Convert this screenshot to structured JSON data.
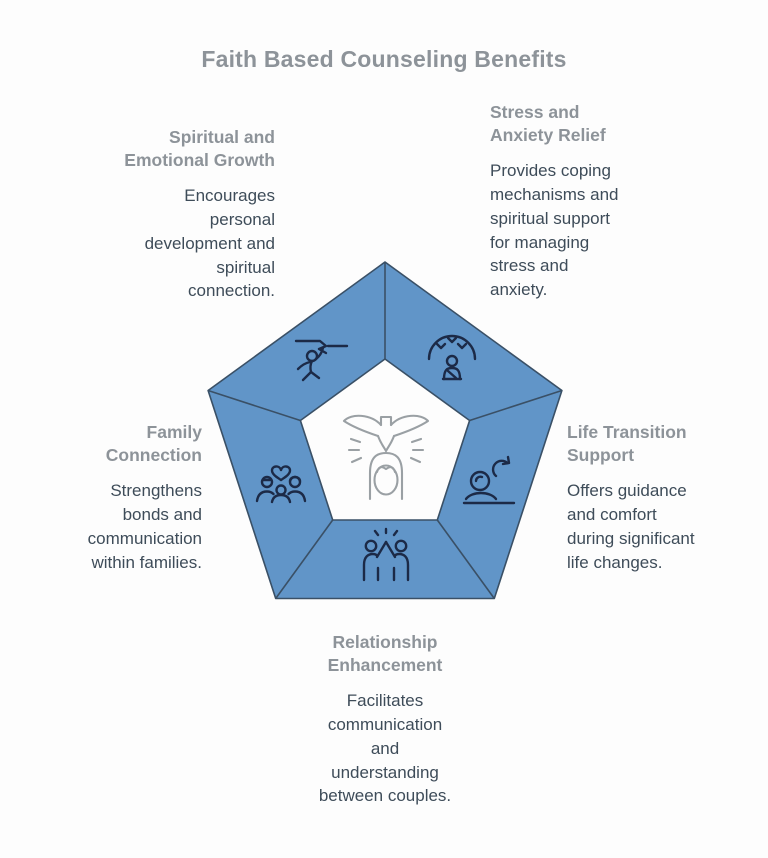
{
  "page": {
    "background": "#fdfdfd",
    "title": "Faith Based Counseling Benefits"
  },
  "colors": {
    "pentagon_fill": "#6195c8",
    "pentagon_stroke": "#3a5066",
    "segment_icon_stroke": "#1c2a47",
    "center_icon_stroke": "#9aa0a4",
    "heading_gray": "#8d9399",
    "body_text": "#3e4c59"
  },
  "diagram": {
    "shape": "pentagon-ring",
    "center_icon": "praying-woman-with-dove",
    "segments": [
      {
        "position": "top-left",
        "icon": "personal-growth-icon",
        "title": "Spiritual and\nEmotional Growth",
        "body": "Encourages\npersonal\ndevelopment and\nspiritual\nconnection."
      },
      {
        "position": "top-right",
        "icon": "stress-pressure-icon",
        "title": "Stress and\nAnxiety Relief",
        "body": "Provides coping\nmechanisms and\nspiritual support\nfor managing\nstress and\nanxiety."
      },
      {
        "position": "right",
        "icon": "life-change-refresh-icon",
        "title": "Life Transition\nSupport",
        "body": "Offers guidance\nand comfort\nduring significant\nlife changes."
      },
      {
        "position": "bottom",
        "icon": "couple-high-five-icon",
        "title": "Relationship\nEnhancement",
        "body": "Facilitates\ncommunication\nand\nunderstanding\nbetween couples."
      },
      {
        "position": "left",
        "icon": "family-heart-icon",
        "title": "Family\nConnection",
        "body": "Strengthens\nbonds and\ncommunication\nwithin families."
      }
    ]
  }
}
